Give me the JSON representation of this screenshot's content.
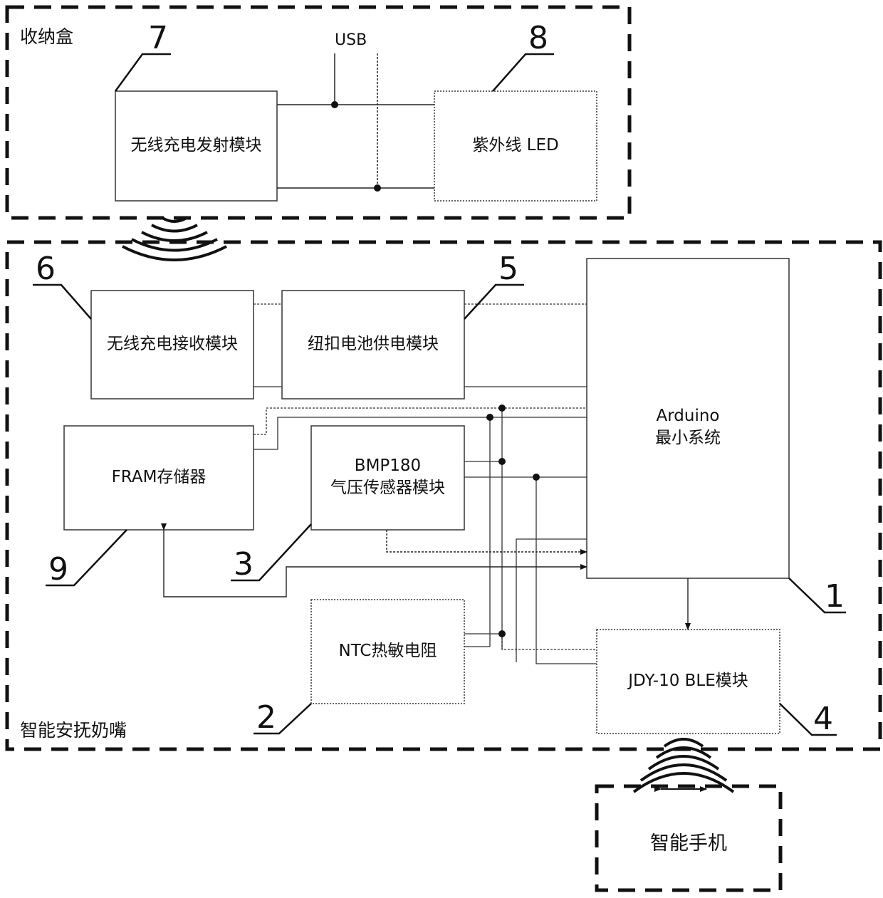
{
  "containers": {
    "storage_box": "收纳盒",
    "pacifier": "智能安抚奶嘴",
    "smartphone": "智能手机"
  },
  "blocks": {
    "wireless_tx": "无线充电发射模块",
    "uv_led": "紫外线 LED",
    "wireless_rx": "无线充电接收模块",
    "coin_battery": "纽扣电池供电模块",
    "arduino_line1": "Arduino",
    "arduino_line2": "最小系统",
    "fram": "FRAM存储器",
    "bmp180_line1": "BMP180",
    "bmp180_line2": "气压传感器模块",
    "ntc": "NTC热敏电阻",
    "ble": "JDY-10 BLE模块"
  },
  "labels": {
    "usb": "USB"
  },
  "callouts": {
    "n1": "1",
    "n2": "2",
    "n3": "3",
    "n4": "4",
    "n5": "5",
    "n6": "6",
    "n7": "7",
    "n8": "8",
    "n9": "9"
  }
}
